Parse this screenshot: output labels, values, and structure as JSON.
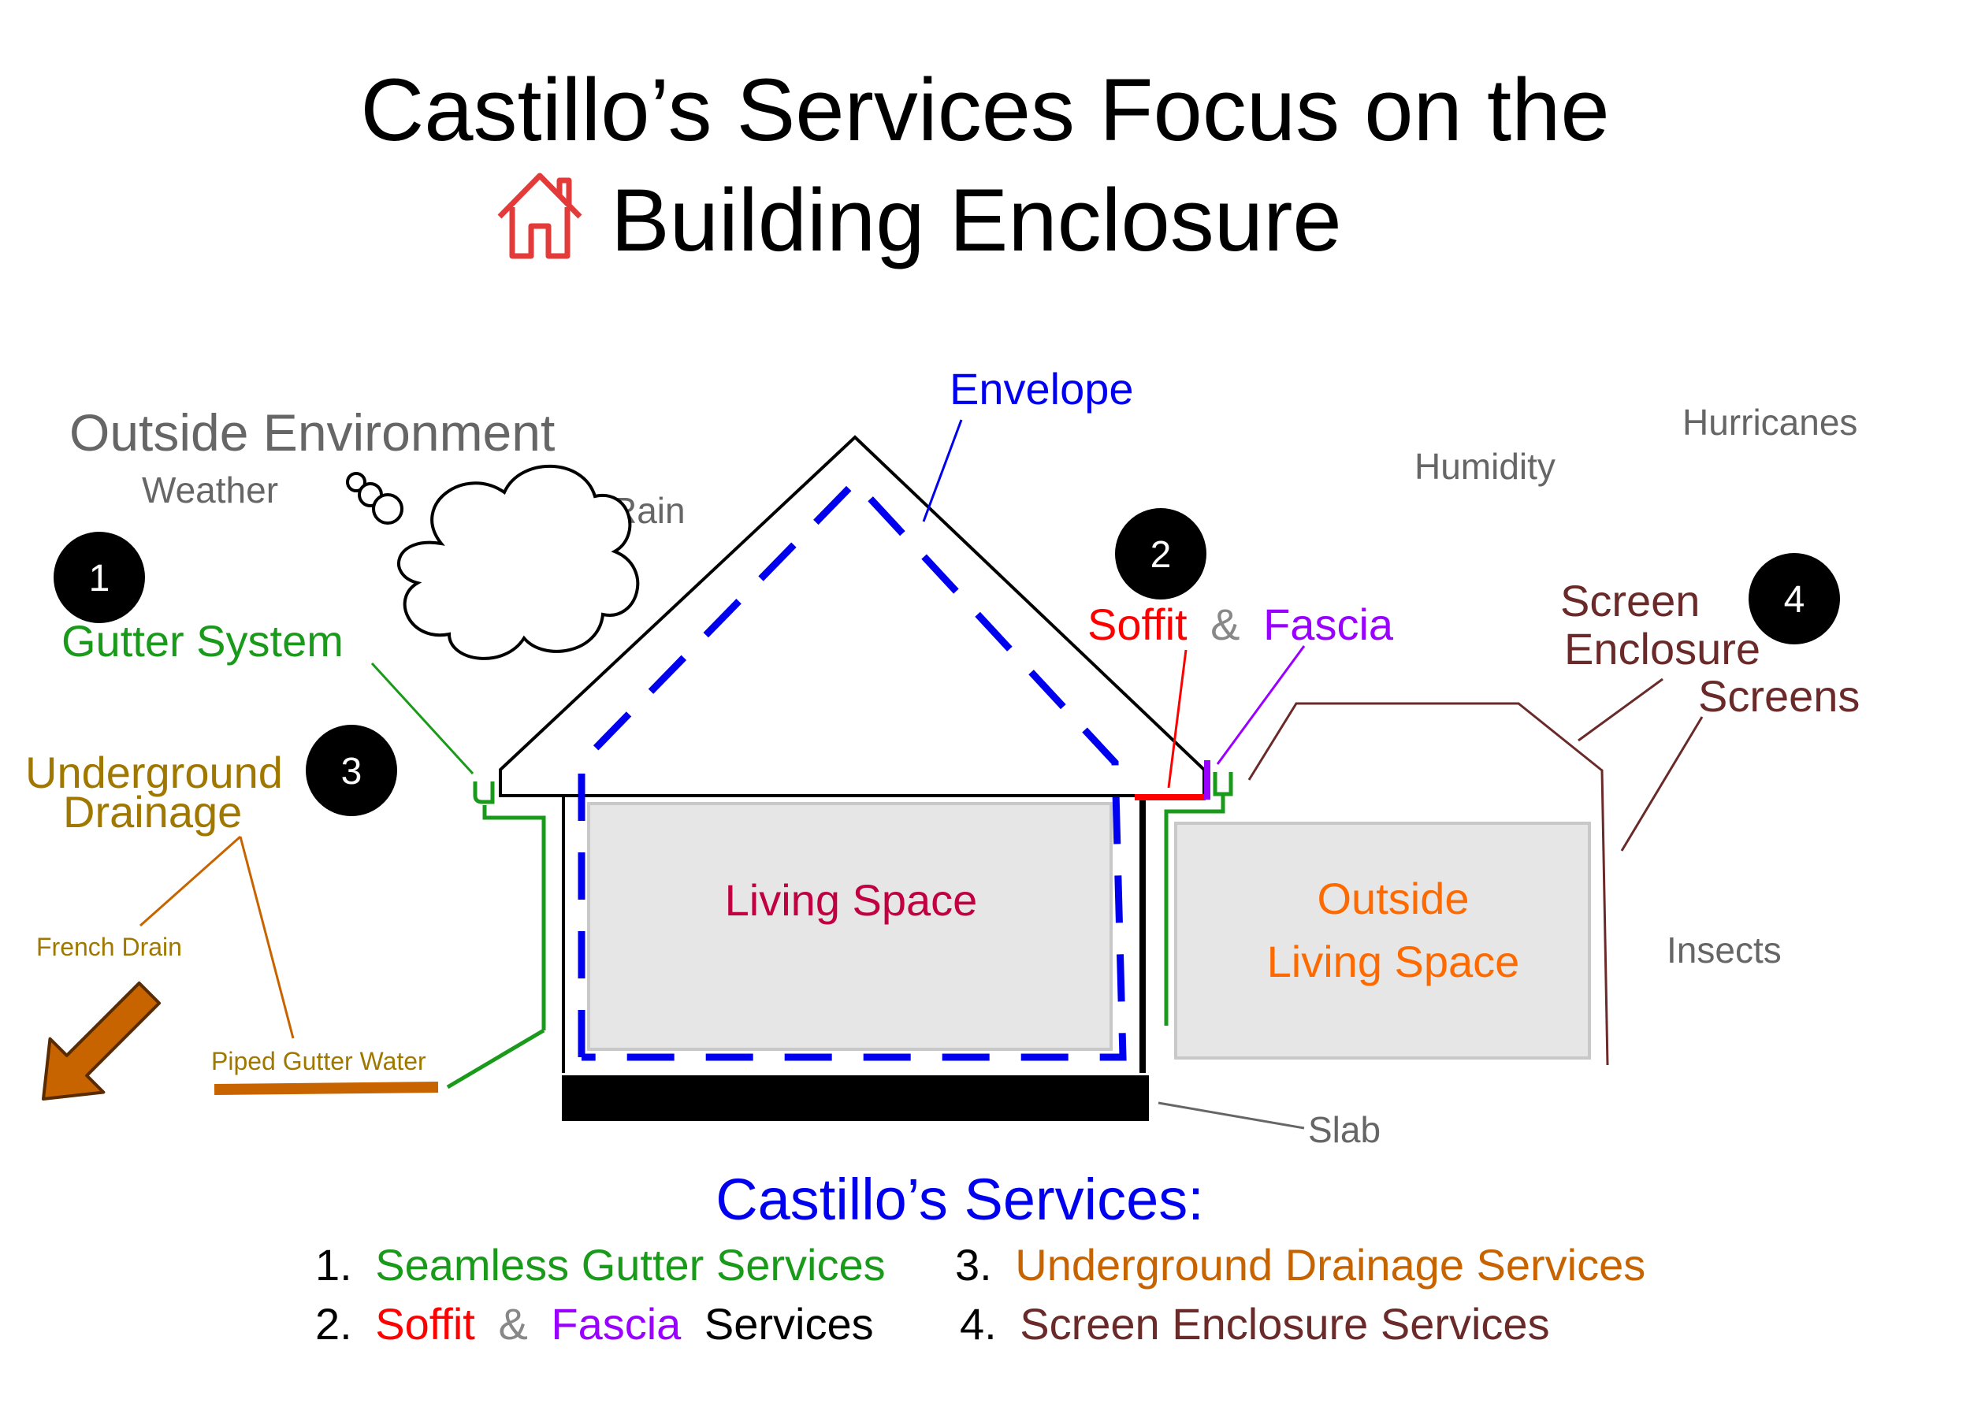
{
  "title": {
    "line1": "Castillo’s Services Focus on the",
    "line2": "Building Enclosure"
  },
  "icons": {
    "title_icon": "house-icon",
    "weather_icon": "cloud-icon",
    "drain_arrow": "arrow-down-left-icon"
  },
  "environment": {
    "heading": "Outside Environment",
    "weather": "Weather",
    "rain": "Rain",
    "humidity": "Humidity",
    "hurricanes": "Hurricanes",
    "insects": "Insects"
  },
  "labels": {
    "envelope": "Envelope",
    "gutter_system": "Gutter System",
    "soffit": "Soffit",
    "amp": "&",
    "fascia": "Fascia",
    "underground_l1": "Underground",
    "underground_l2": "Drainage",
    "french_drain": "French Drain",
    "piped_gutter_water": "Piped Gutter Water",
    "screen_enclosure_l1": "Screen",
    "screen_enclosure_l2": "Enclosure",
    "screens": "Screens",
    "living_space": "Living Space",
    "outside_l1": "Outside",
    "outside_l2": "Living Space",
    "slab": "Slab"
  },
  "badges": [
    "1",
    "2",
    "3",
    "4"
  ],
  "services": {
    "heading": "Castillo’s Services:",
    "s1_num": "1.",
    "s1_text": "Seamless Gutter Services",
    "s2_num": "2.",
    "s2_soffit": "Soffit",
    "s2_amp": "&",
    "s2_fascia": "Fascia",
    "s2_rest": "Services",
    "s3_num": "3.",
    "s3_text": "Underground Drainage Services",
    "s4_num": "4.",
    "s4_text": "Screen Enclosure Services"
  },
  "colors": {
    "gutter_green": "#1a9a1a",
    "soffit_red": "#ff0000",
    "fascia_purple": "#9900ff",
    "drain_gold": "#a07800",
    "drain_orange": "#c86400",
    "envelope_blue": "#0000ee",
    "screen_brown": "#6b2a2a",
    "living_crimson": "#c00040",
    "outside_orange": "#ff6a00",
    "env_gray": "#666666"
  }
}
